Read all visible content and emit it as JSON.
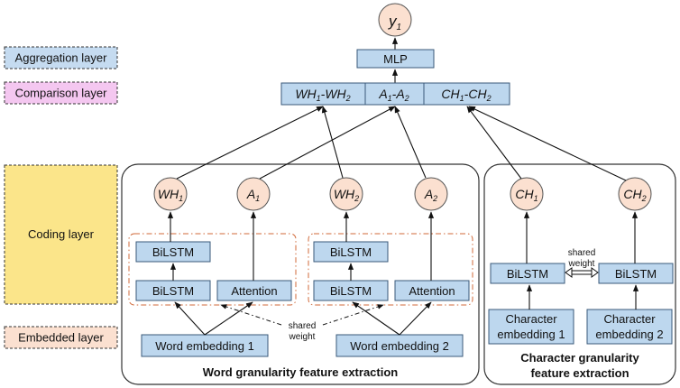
{
  "layers": {
    "aggregation": "Aggregation layer",
    "comparison": "Comparison layer",
    "coding": "Coding layer",
    "embedded": "Embedded layer"
  },
  "top": {
    "output": "y1",
    "mlp": "MLP",
    "comparison_cells": [
      "WH1-WH2",
      "A1-A2",
      "CH1-CH2"
    ]
  },
  "word_panel": {
    "title": "Word granularity feature extraction",
    "nodes": [
      "WH1",
      "A1",
      "WH2",
      "A2"
    ],
    "bilstm": "BiLSTM",
    "attention": "Attention",
    "embedding1": "Word embedding 1",
    "embedding2": "Word embedding 2",
    "shared_line1": "shared",
    "shared_line2": "weight"
  },
  "char_panel": {
    "title_line1": "Character granularity",
    "title_line2": "feature extraction",
    "nodes": [
      "CH1",
      "CH2"
    ],
    "bilstm": "BiLSTM",
    "embedding1_line1": "Character",
    "embedding1_line2": "embedding 1",
    "embedding2_line1": "Character",
    "embedding2_line2": "embedding 2",
    "shared_line1": "shared",
    "shared_line2": "weight"
  },
  "colors": {
    "aggregation_fill": "#c5dbf0",
    "comparison_fill": "#f4c7f0",
    "coding_fill": "#fbe58a",
    "embedded_fill": "#fbe0d0",
    "box_fill": "#bdd7ee",
    "node_fill": "#fbe0d0",
    "group_outline": "#d06a3a"
  }
}
